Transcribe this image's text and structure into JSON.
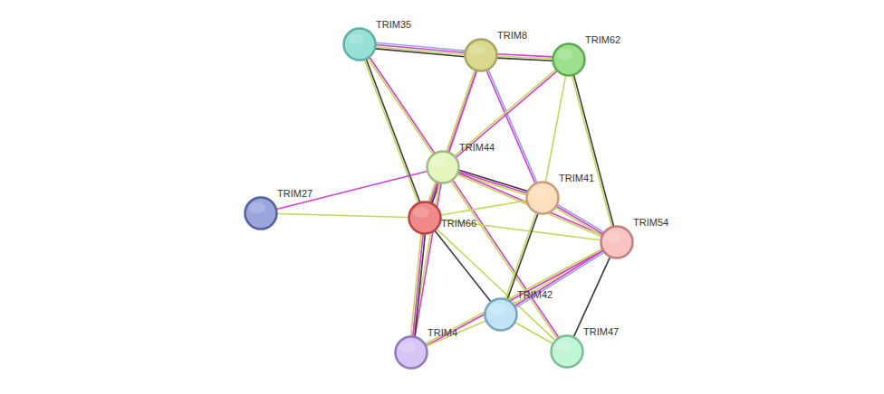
{
  "diagram": {
    "nodes": [
      {
        "text": [
          "TRIM35"
        ]
      },
      {
        "text": [
          "TRIM8"
        ]
      },
      {
        "text": [
          "TRIM62"
        ]
      },
      {
        "text": [
          "TRIM44"
        ]
      },
      {
        "text": [
          "TRIM41"
        ]
      },
      {
        "text": [
          "TRIM27"
        ]
      },
      {
        "text": [
          "TRIM66"
        ]
      },
      {
        "text": [
          "TRIM54"
        ]
      },
      {
        "text": [
          "TRIM42"
        ]
      },
      {
        "text": [
          "TRIM4"
        ]
      },
      {
        "text": [
          "TRIM47"
        ]
      }
    ],
    "edges": [
      {
        "from": 0,
        "to": 1,
        "arrow": "none"
      },
      {
        "from": 0,
        "to": 3,
        "arrow": "none"
      },
      {
        "from": 0,
        "to": 6,
        "arrow": "none"
      },
      {
        "from": 1,
        "to": 2,
        "arrow": "none"
      },
      {
        "from": 1,
        "to": 3,
        "arrow": "none"
      },
      {
        "from": 1,
        "to": 4,
        "arrow": "none"
      },
      {
        "from": 1,
        "to": 6,
        "arrow": "none"
      },
      {
        "from": 2,
        "to": 3,
        "arrow": "none"
      },
      {
        "from": 2,
        "to": 4,
        "arrow": "none"
      },
      {
        "from": 2,
        "to": 7,
        "arrow": "none"
      },
      {
        "from": 3,
        "to": 5,
        "arrow": "none"
      },
      {
        "from": 3,
        "to": 6,
        "arrow": "none"
      },
      {
        "from": 3,
        "to": 4,
        "arrow": "none"
      },
      {
        "from": 3,
        "to": 7,
        "arrow": "none"
      },
      {
        "from": 3,
        "to": 10,
        "arrow": "none"
      },
      {
        "from": 3,
        "to": 9,
        "arrow": "none"
      },
      {
        "from": 6,
        "to": 5,
        "arrow": "none"
      },
      {
        "from": 6,
        "to": 4,
        "arrow": "none"
      },
      {
        "from": 6,
        "to": 7,
        "arrow": "none"
      },
      {
        "from": 6,
        "to": 8,
        "arrow": "none"
      },
      {
        "from": 6,
        "to": 9,
        "arrow": "none"
      },
      {
        "from": 6,
        "to": 10,
        "arrow": "none"
      },
      {
        "from": 4,
        "to": 7,
        "arrow": "none"
      },
      {
        "from": 4,
        "to": 8,
        "arrow": "none"
      },
      {
        "from": 7,
        "to": 8,
        "arrow": "none"
      },
      {
        "from": 7,
        "to": 9,
        "arrow": "none"
      },
      {
        "from": 7,
        "to": 10,
        "arrow": "none"
      },
      {
        "from": 8,
        "to": 9,
        "arrow": "none"
      },
      {
        "from": 8,
        "to": 10,
        "arrow": "none"
      }
    ]
  }
}
